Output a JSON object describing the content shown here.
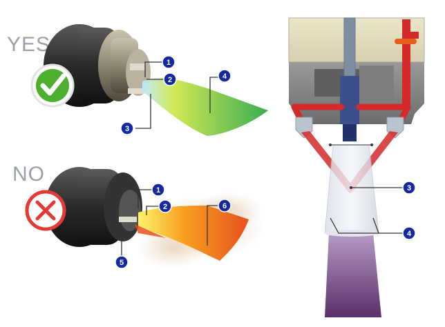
{
  "labels": {
    "yes": "YES",
    "no": "NO"
  },
  "callouts": {
    "c1": "1",
    "c2": "2",
    "c3": "3",
    "c4": "4",
    "c5": "5",
    "c6": "6",
    "r3": "3",
    "r4": "4"
  },
  "icons": {
    "yes_mark": "check-mark-icon",
    "no_mark": "cross-mark-icon"
  },
  "colors": {
    "callout_fill": "#1428a0",
    "good_spray_start": "#cfe84a",
    "good_spray_end": "#2fa84a",
    "bad_spray_start": "#ffe14a",
    "bad_spray_end": "#e8501e",
    "laser_red": "#d42a2a",
    "plasma_purple": "#6b3a7a",
    "check_green": "#4caf2e",
    "cross_red": "#e53935"
  }
}
